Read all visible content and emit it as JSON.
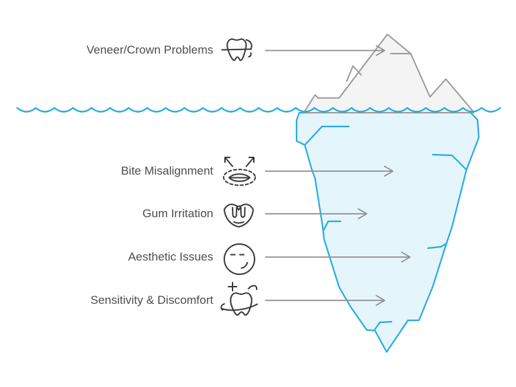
{
  "diagram": {
    "kind": "iceberg-infographic",
    "topic": "dental veneer/crown problems — visible vs hidden issues"
  },
  "labels": [
    {
      "text": "Veneer/Crown Problems",
      "icon": "crowned-tooth-icon",
      "zone": "above-water"
    },
    {
      "text": "Bite Misalignment",
      "icon": "bite-misalignment-mouth-icon",
      "zone": "below-water"
    },
    {
      "text": "Gum Irritation",
      "icon": "gum-irritation-mouth-icon",
      "zone": "below-water"
    },
    {
      "text": "Aesthetic Issues",
      "icon": "neutral-face-icon",
      "zone": "below-water"
    },
    {
      "text": "Sensitivity & Discomfort",
      "icon": "sensitive-tooth-icon",
      "zone": "below-water"
    }
  ],
  "colors": {
    "water-blue": "#29abe2",
    "ice-fill": "#e4f5fc",
    "berg-gray": "#9b9b9b",
    "berg-fill": "#f4f4f4",
    "arrow-gray": "#8f8f8f",
    "text-gray": "#4d4d4d",
    "icon-ink": "#3a3a3a"
  }
}
